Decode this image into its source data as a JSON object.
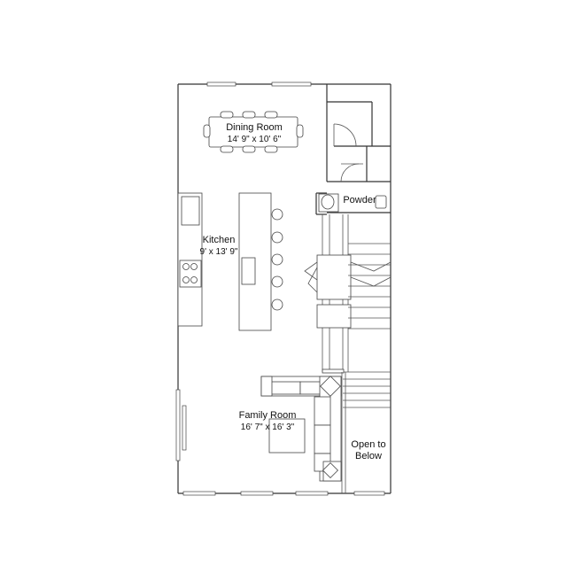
{
  "rooms": {
    "dining": {
      "name": "Dining Room",
      "dims": "14' 9\" x 10' 6\""
    },
    "kitchen": {
      "name": "Kitchen",
      "dims": "9' x 13' 9\""
    },
    "powder": {
      "name": "Powder"
    },
    "family": {
      "name": "Family Room",
      "dims": "16' 7\" x 16' 3\""
    },
    "open_to_below": {
      "line1": "Open to",
      "line2": "Below"
    }
  }
}
